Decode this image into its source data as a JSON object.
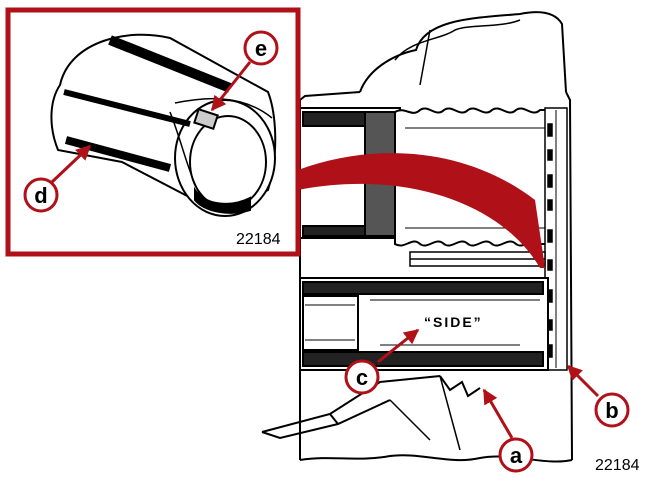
{
  "figure": {
    "figure_number_inset": "22184",
    "figure_number_main": "22184",
    "side_marking": "“SIDE”"
  },
  "callouts": {
    "a": "a",
    "b": "b",
    "c": "c",
    "d": "d",
    "e": "e"
  },
  "colors": {
    "accent_red": "#b01018",
    "ink": "#000000",
    "paper": "#ffffff"
  }
}
